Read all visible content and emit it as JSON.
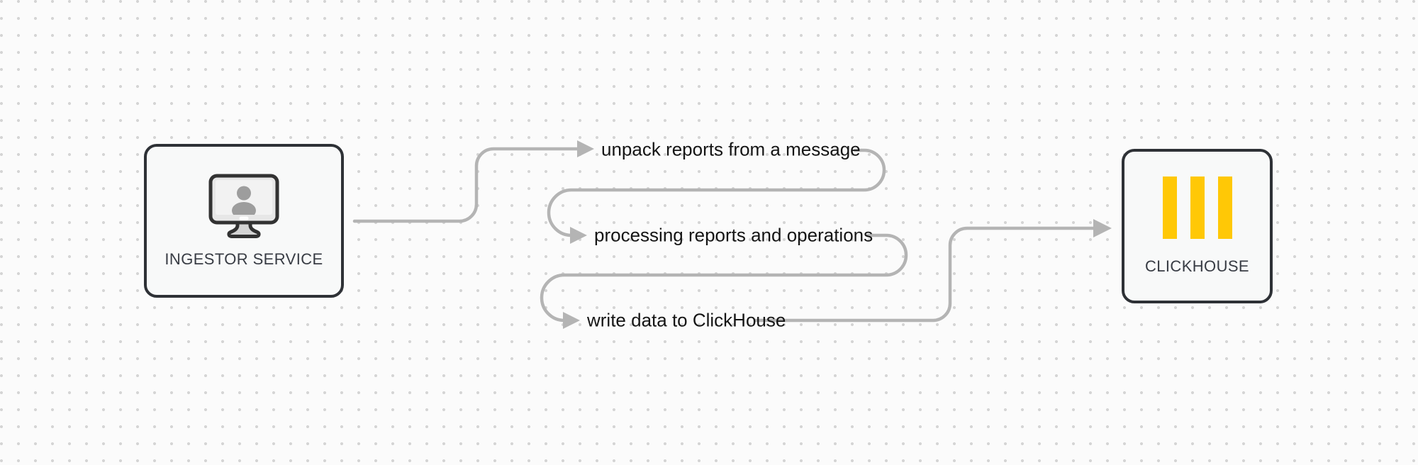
{
  "diagram": {
    "nodes": {
      "ingestor": {
        "label": "INGESTOR SERVICE",
        "icon": "monitor-user-icon"
      },
      "clickhouse": {
        "label": "CLICKHOUSE",
        "icon": "clickhouse-bars-icon"
      }
    },
    "steps": [
      {
        "label": "unpack reports from a message"
      },
      {
        "label": "processing reports and operations"
      },
      {
        "label": "write data to ClickHouse"
      }
    ],
    "colors": {
      "background": "#fbfbfb",
      "grid_dot": "#d5d5d5",
      "connector": "#b4b4b4",
      "node_border": "#2e3136",
      "node_fill": "#f8f9f9",
      "node_label": "#383c44",
      "step_text": "#151515",
      "clickhouse_yellow": "#ffc806"
    }
  }
}
